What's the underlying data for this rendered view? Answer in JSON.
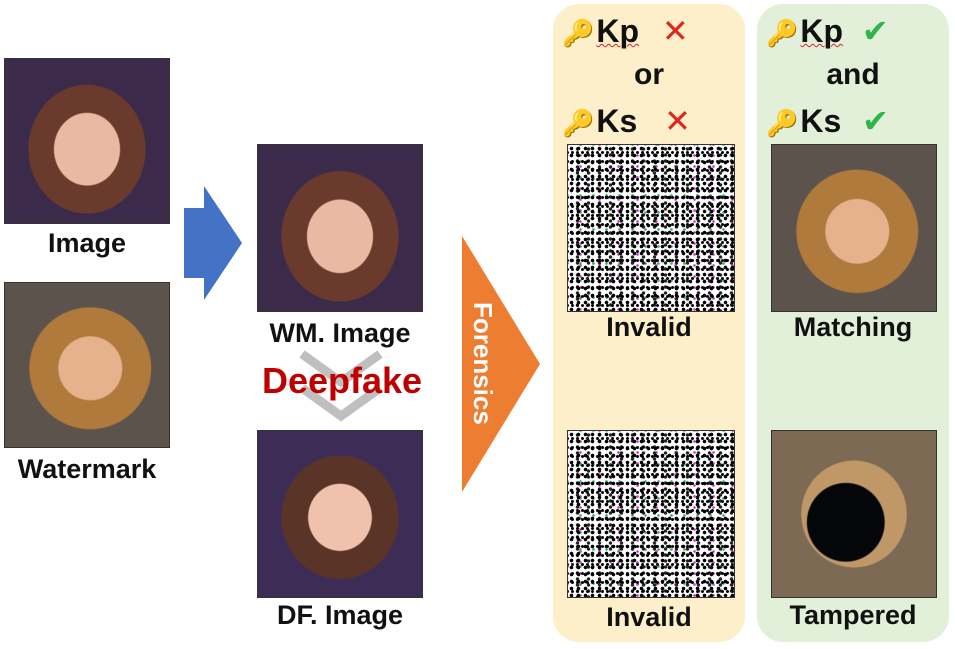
{
  "left": {
    "image_label": "Image",
    "watermark_label": "Watermark"
  },
  "middle": {
    "wm_image_label": "WM. Image",
    "deepfake_label": "Deepfake",
    "df_image_label": "DF. Image"
  },
  "forensics_label": "Forensics",
  "invalid_panel": {
    "kp": "Kp",
    "or": "or",
    "ks": "Ks",
    "top_result": "Invalid",
    "bottom_result": "Invalid"
  },
  "valid_panel": {
    "kp": "Kp",
    "and": "and",
    "ks": "Ks",
    "top_result": "Matching",
    "bottom_result": "Tampered"
  },
  "colors": {
    "blue_arrow": "#4472C4",
    "orange_arrow": "#ED7D31",
    "deepfake_text": "#C00000",
    "invalid_panel_bg": "#FCEFC9",
    "valid_panel_bg": "#E2EFD9",
    "cross": "#E0261C",
    "check": "#2DB548",
    "chevron": "#BFBFBF"
  }
}
